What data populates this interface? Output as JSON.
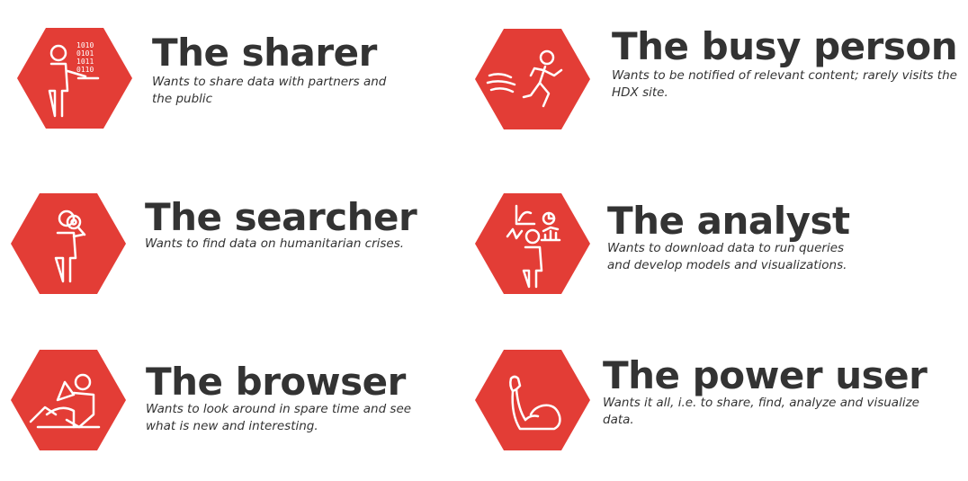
{
  "colors": {
    "hex_fill": "#e33d36",
    "icon_stroke": "#ffffff",
    "title_text": "#333333",
    "desc_text": "#333333"
  },
  "personas": [
    {
      "id": "sharer",
      "icon": "sharer-icon",
      "title": "The sharer",
      "description": "Wants to share data with partners and the public"
    },
    {
      "id": "busy-person",
      "icon": "busy-person-icon",
      "title": "The busy person",
      "description": "Wants to be notified of relevant content; rarely visits the HDX site."
    },
    {
      "id": "searcher",
      "icon": "searcher-icon",
      "title": "The searcher",
      "description": "Wants to find data on humanitarian crises."
    },
    {
      "id": "analyst",
      "icon": "analyst-icon",
      "title": "The analyst",
      "description": "Wants to download data to run queries and develop models and visualizations."
    },
    {
      "id": "browser",
      "icon": "browser-icon",
      "title": "The browser",
      "description": "Wants to look around in spare time and see what is new and interesting."
    },
    {
      "id": "power-user",
      "icon": "power-user-icon",
      "title": "The power user",
      "description": "Wants it all, i.e. to share, find, analyze and visualize data."
    }
  ]
}
